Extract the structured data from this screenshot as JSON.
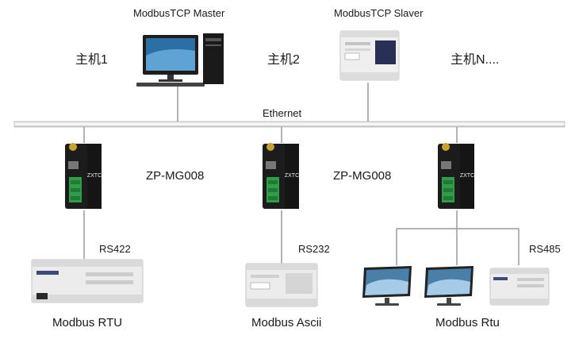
{
  "top": {
    "master_label": "ModbusTCP Master",
    "slave_label": "ModbusTCP Slaver",
    "host1": "主机1",
    "host2": "主机2",
    "hostN": "主机N....",
    "ethernet": "Ethernet"
  },
  "gateways": {
    "brand": "ZXTC",
    "model_label_1": "ZP-MG008",
    "model_label_2": "ZP-MG008"
  },
  "links": {
    "rs422": "RS422",
    "rs232": "RS232",
    "rs485": "RS485"
  },
  "bottom": {
    "modbus_rtu": "Modbus RTU",
    "modbus_ascii": "Modbus Ascii",
    "modbus_rtu2": "Modbus Rtu"
  },
  "colors": {
    "gateway_body": "#1c1c1c",
    "terminal_green": "#2e9e48",
    "plc_body": "#ececec",
    "monitor_screen": "#4a7fa8"
  }
}
